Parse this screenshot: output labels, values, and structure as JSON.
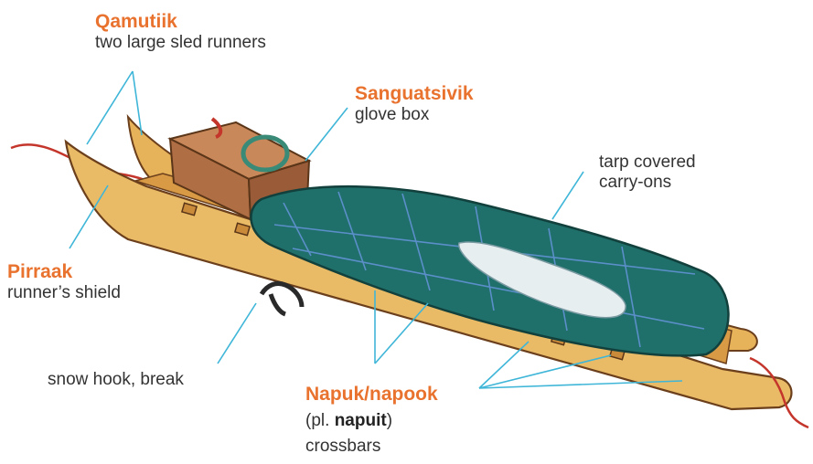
{
  "colors": {
    "term": "#e8722e",
    "leader": "#3fb6d8",
    "text": "#333333"
  },
  "labels": {
    "qamutiik": {
      "term": "Qamutiik",
      "desc": "two large sled runners"
    },
    "sanguatsivik": {
      "term": "Sanguatsivik",
      "desc": "glove box"
    },
    "tarp": {
      "line1": "tarp covered",
      "line2": "carry-ons"
    },
    "pirraak": {
      "term": "Pirraak",
      "desc": "runner’s shield"
    },
    "snow_hook": {
      "desc": "snow hook, break"
    },
    "napuk": {
      "term": "Napuk/napook",
      "plural_prefix": "(pl. ",
      "plural_word": "napuit",
      "plural_suffix": ")",
      "desc": "crossbars"
    }
  }
}
